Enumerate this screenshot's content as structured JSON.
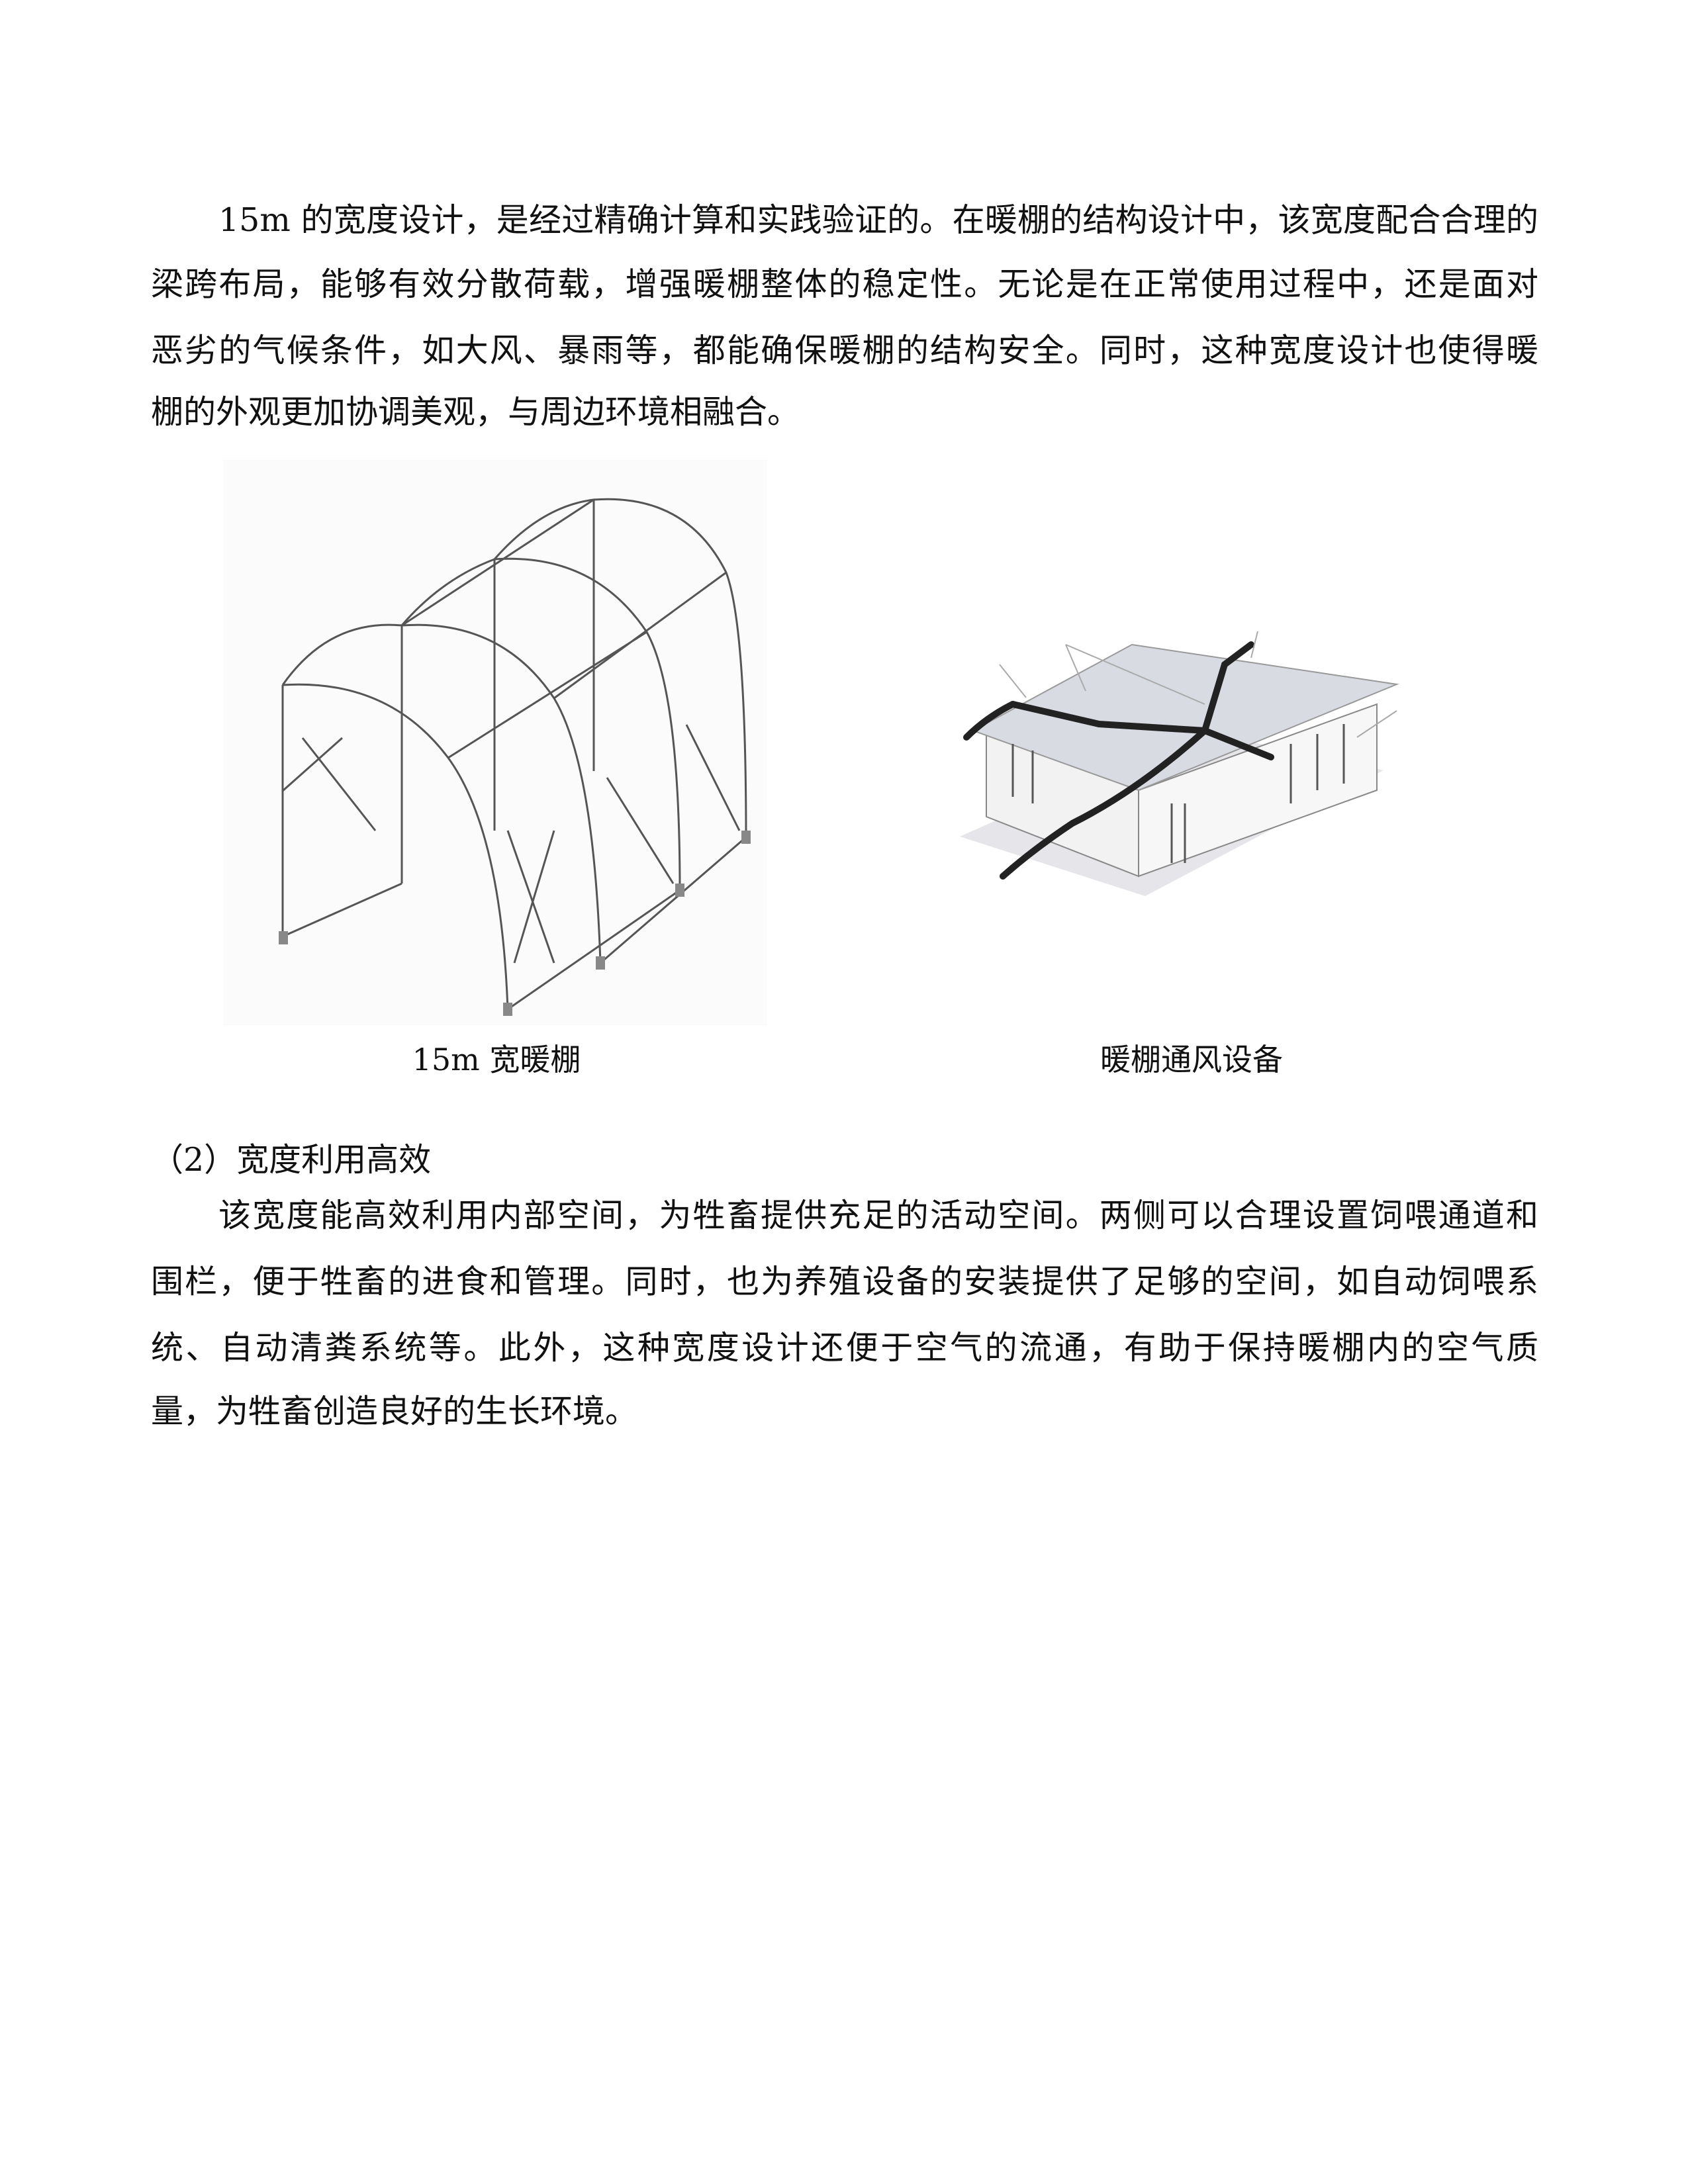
{
  "paragraph1": {
    "lines": [
      "15m 的宽度设计，是经过精确计算和实践验证的。在暖棚的结构设计中，该宽度配合合理的",
      "梁跨布局，能够有效分散荷载，增强暖棚整体的稳定性。无论是在正常使用过程中，还是面对",
      "恶劣的气候条件，如大风、暴雨等，都能确保暖棚的结构安全。同时，这种宽度设计也使得暖",
      "棚的外观更加协调美观，与周边环境相融合。"
    ]
  },
  "figures": {
    "left": {
      "caption": "15m 宽暖棚"
    },
    "right": {
      "caption": "暖棚通风设备"
    }
  },
  "section2": {
    "heading": "（2）宽度利用高效",
    "lines": [
      "该宽度能高效利用内部空间，为牲畜提供充足的活动空间。两侧可以合理设置饲喂通道和",
      "围栏，便于牲畜的进食和管理。同时，也为养殖设备的安装提供了足够的空间，如自动饲喂系",
      "统、自动清粪系统等。此外，这种宽度设计还便于空气的流通，有助于保持暖棚内的空气质",
      "量，为牲畜创造良好的生长环境。"
    ]
  }
}
